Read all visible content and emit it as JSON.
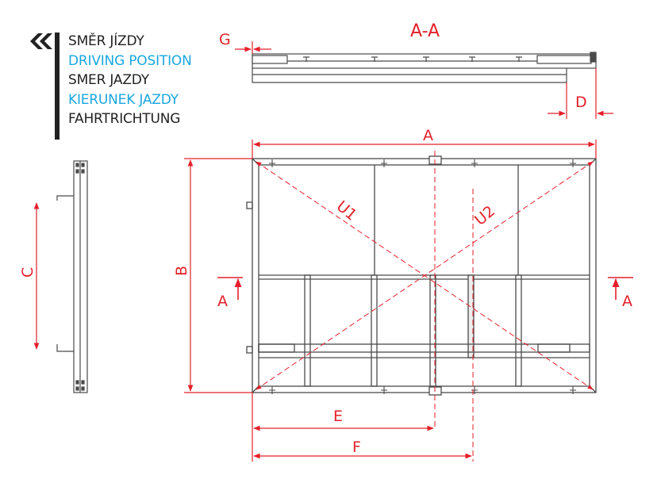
{
  "legend": {
    "items": [
      {
        "text": "SMĚR JÍZDY",
        "color": "#222222"
      },
      {
        "text": "DRIVING POSITION",
        "color": "#1aa7df"
      },
      {
        "text": "SMER JAZDY",
        "color": "#222222"
      },
      {
        "text": "KIERUNEK JAZDY",
        "color": "#1aa7df"
      },
      {
        "text": "FAHRTRICHTUNG",
        "color": "#222222"
      }
    ]
  },
  "section": {
    "title": "A-A",
    "label_g": "G",
    "label_d": "D"
  },
  "dimensions": {
    "a": "A",
    "b": "B",
    "c": "C",
    "e": "E",
    "f": "F",
    "u1": "U1",
    "u2": "U2",
    "cut_left": "A",
    "cut_right": "A"
  },
  "colors": {
    "dimension": "#e3202a",
    "structure": "#4a4a4a",
    "accent_blue": "#1aa7df",
    "legend_dark": "#222222"
  }
}
